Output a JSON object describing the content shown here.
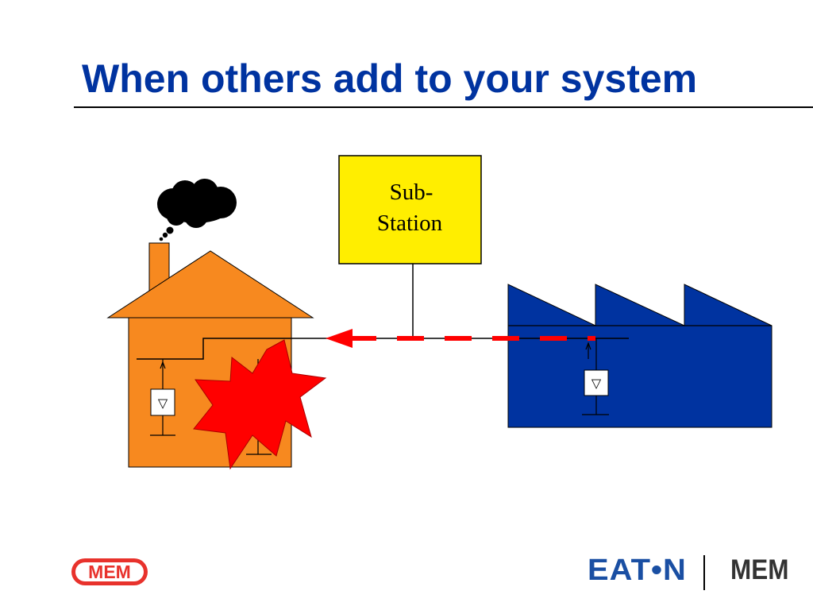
{
  "slide": {
    "title": "When others add to your system"
  },
  "substation": {
    "label_line1": "Sub-",
    "label_line2": "Station",
    "fill_color": "#ffee00"
  },
  "house": {
    "wall_color": "#f7891f",
    "meter_symbol": "▽"
  },
  "factory": {
    "color": "#0033a0",
    "meter_symbol": "▽"
  },
  "explosion": {
    "color": "#ff0000"
  },
  "smoke": {
    "color": "#000000"
  },
  "flow_arrow": {
    "color": "#ff0000",
    "direction": "factory-to-substation-to-house"
  },
  "logos": {
    "left": "MEM",
    "eaton": "EAT•N",
    "right": "MEM"
  }
}
